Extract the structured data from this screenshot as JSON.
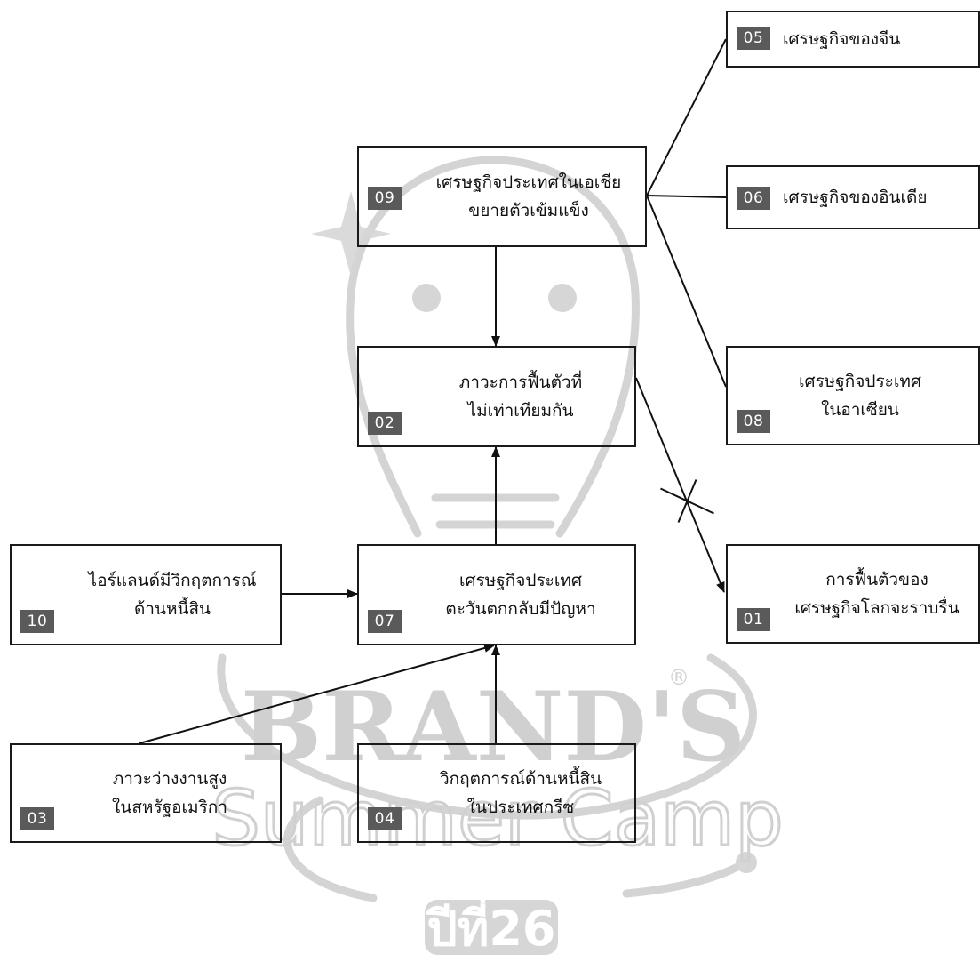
{
  "diagram": {
    "nodes": [
      {
        "id": "01",
        "lines": [
          "การฟื้นตัวของ",
          "เศรษฐกิจโลกจะราบรื่น"
        ]
      },
      {
        "id": "02",
        "lines": [
          "ภาวะการฟื้นตัวที่",
          "ไม่เท่าเทียมกัน"
        ]
      },
      {
        "id": "03",
        "lines": [
          "ภาวะว่างงานสูง",
          "ในสหรัฐอเมริกา"
        ]
      },
      {
        "id": "04",
        "lines": [
          "วิกฤตการณ์ด้านหนี้สิน",
          "ในประเทศกรีซ"
        ]
      },
      {
        "id": "05",
        "lines": [
          "เศรษฐกิจของจีน"
        ]
      },
      {
        "id": "06",
        "lines": [
          "เศรษฐกิจของอินเดีย"
        ]
      },
      {
        "id": "07",
        "lines": [
          "เศรษฐกิจประเทศ",
          "ตะวันตกกลับมีปัญหา"
        ]
      },
      {
        "id": "08",
        "lines": [
          "เศรษฐกิจประเทศ",
          "ในอาเซียน"
        ]
      },
      {
        "id": "09",
        "lines": [
          "เศรษฐกิจประเทศในเอเชีย",
          "ขยายตัวเข้มแข็ง"
        ]
      },
      {
        "id": "10",
        "lines": [
          "ไอร์แลนด์มีวิกฤตการณ์",
          "ด้านหนี้สิน"
        ]
      }
    ],
    "edges": [
      {
        "from": "09",
        "to": "05",
        "arrow": false
      },
      {
        "from": "09",
        "to": "06",
        "arrow": false
      },
      {
        "from": "09",
        "to": "08",
        "arrow": false
      },
      {
        "from": "09",
        "to": "02",
        "arrow": true
      },
      {
        "from": "07",
        "to": "02",
        "arrow": true
      },
      {
        "from": "02",
        "to": "01",
        "arrow": true,
        "crossed": true
      },
      {
        "from": "10",
        "to": "07",
        "arrow": true
      },
      {
        "from": "03",
        "to": "07",
        "arrow": true
      },
      {
        "from": "04",
        "to": "07",
        "arrow": true
      }
    ]
  },
  "watermark": {
    "brand": "BRAND'S",
    "registered": "®",
    "event": "Summer Camp",
    "edition": "ปีที่26",
    "color": "#d2d2d2"
  }
}
